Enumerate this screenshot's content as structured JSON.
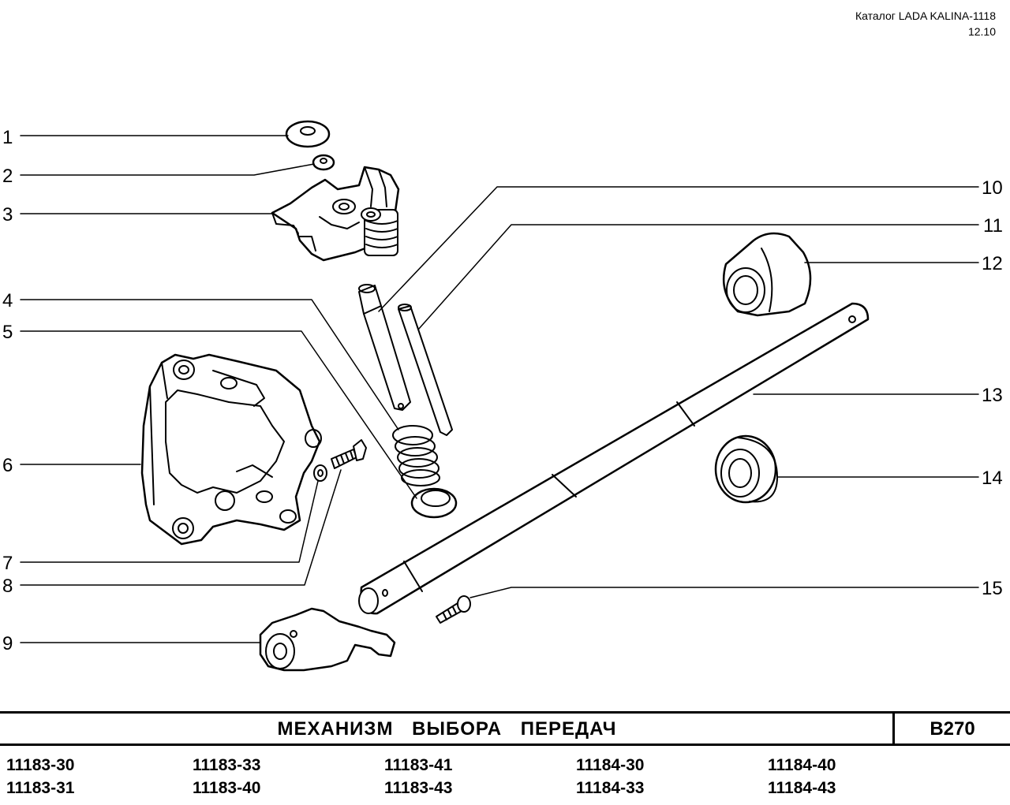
{
  "header": {
    "catalog": "Каталог LADA KALINA-1118",
    "date": "12.10"
  },
  "callouts": [
    {
      "num": "1"
    },
    {
      "num": "2"
    },
    {
      "num": "3"
    },
    {
      "num": "4"
    },
    {
      "num": "5"
    },
    {
      "num": "6"
    },
    {
      "num": "7"
    },
    {
      "num": "8"
    },
    {
      "num": "9"
    },
    {
      "num": "10"
    },
    {
      "num": "11"
    },
    {
      "num": "12"
    },
    {
      "num": "13"
    },
    {
      "num": "14"
    },
    {
      "num": "15"
    }
  ],
  "title": "МЕХАНИЗМ   ВЫБОРА   ПЕРЕДАЧ",
  "code": "B270",
  "models": [
    [
      "11183-30",
      "11183-31"
    ],
    [
      "11183-33",
      "11183-40"
    ],
    [
      "11183-41",
      "11183-43"
    ],
    [
      "11184-30",
      "11184-33"
    ],
    [
      "11184-40",
      "11184-43"
    ]
  ],
  "colors": {
    "ink": "#000000",
    "paper": "#ffffff"
  }
}
